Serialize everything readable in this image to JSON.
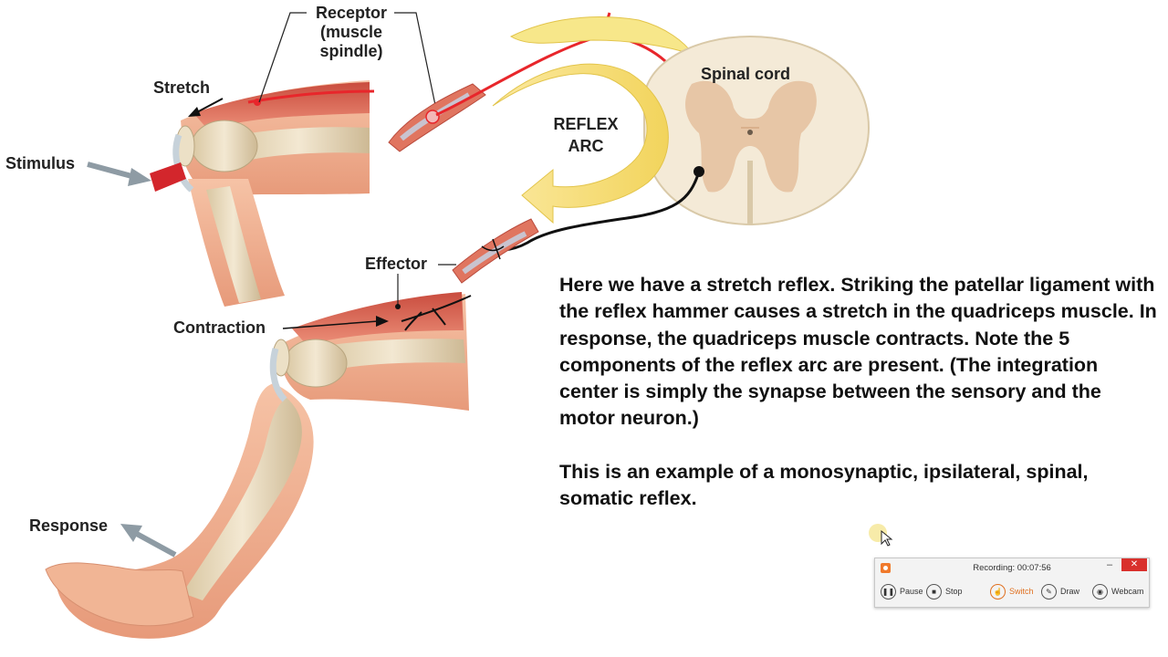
{
  "diagram": {
    "labels": {
      "receptor": "Receptor (muscle spindle)",
      "stretch": "Stretch",
      "stimulus": "Stimulus",
      "effector": "Effector",
      "contraction": "Contraction",
      "response": "Response",
      "spinal_cord": "Spinal cord",
      "reflex_arc": "REFLEX ARC"
    }
  },
  "caption": {
    "paragraph1": "Here we have a stretch reflex.   Striking the patellar ligament with the reflex hammer causes a stretch in the quadriceps muscle.  In response, the quadriceps muscle contracts.  Note the 5 components of the reflex arc are present.  (The integration center is simply the synapse between the sensory and the motor neuron.)",
    "paragraph2": "This is an example of a monosynaptic, ipsilateral, spinal, somatic reflex."
  },
  "recorder": {
    "status": "Recording:  00:07:56",
    "minimize": "–",
    "close": "✕",
    "buttons": {
      "pause": "Pause",
      "stop": "Stop",
      "switch": "Switch",
      "draw": "Draw",
      "webcam": "Webcam"
    },
    "accent": "#f0792b"
  },
  "colors": {
    "sensory_neuron": "#e8262b",
    "motor_neuron": "#111111",
    "arc_arrow": "#f7e78a",
    "muscle": "#e3745f",
    "bone": "#e8d8b8"
  }
}
